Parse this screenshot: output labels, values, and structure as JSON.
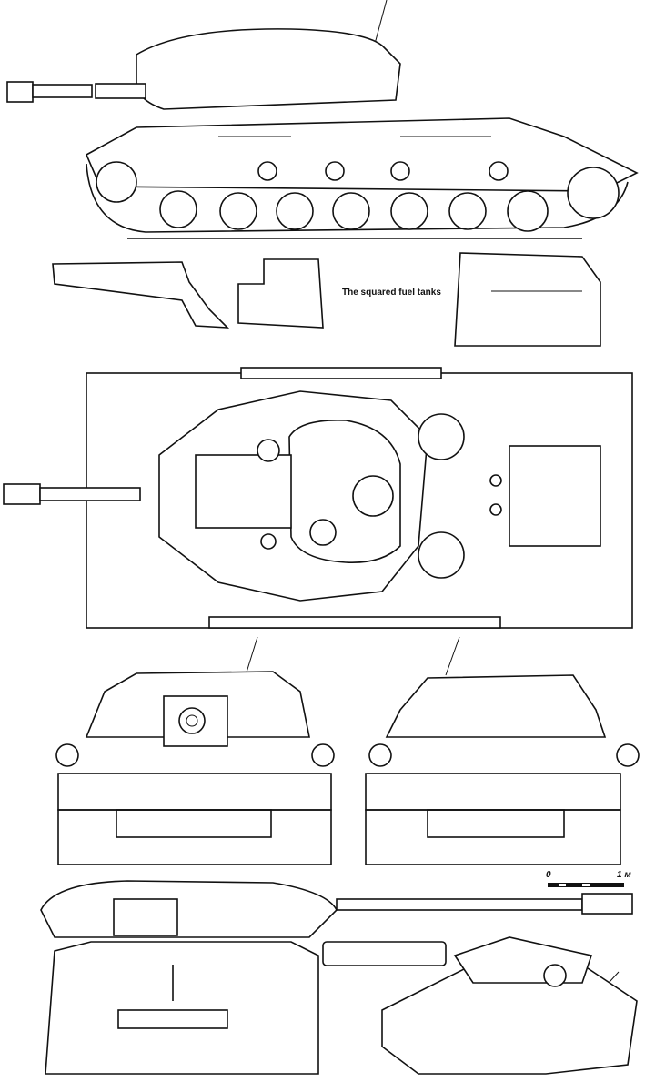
{
  "annotations": {
    "fuel_tanks_caption": "The squared fuel tanks"
  },
  "scale_bar": {
    "start_label": "0",
    "end_label": "1 м"
  }
}
